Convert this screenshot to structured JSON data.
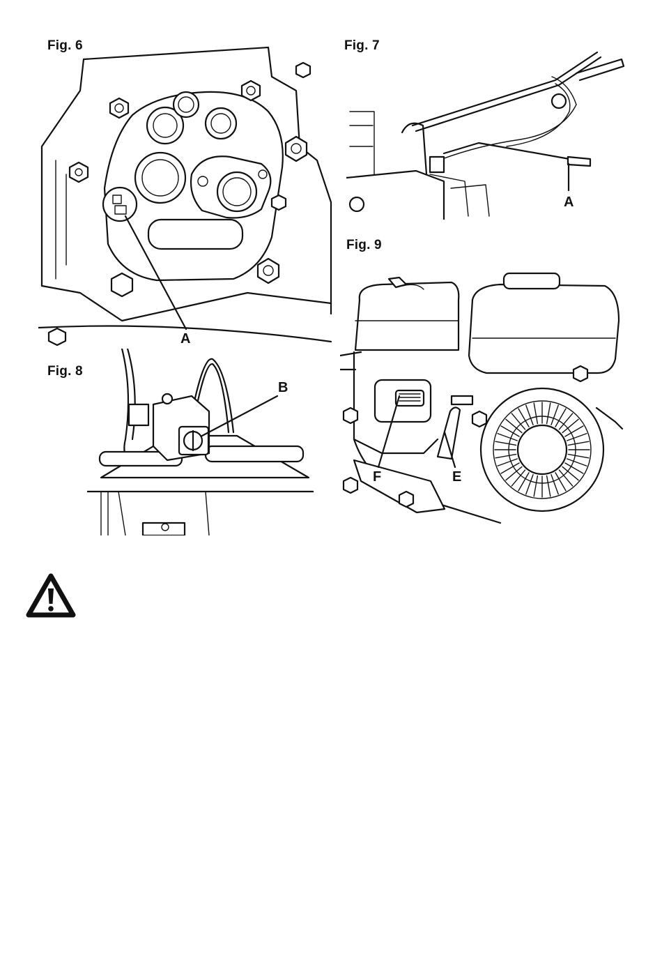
{
  "figures": {
    "fig6": {
      "label": "Fig. 6",
      "callouts": [
        "A"
      ]
    },
    "fig7": {
      "label": "Fig. 7",
      "callouts": [
        "A"
      ]
    },
    "fig8": {
      "label": "Fig. 8",
      "callouts": [
        "B"
      ]
    },
    "fig9": {
      "label": "Fig. 9",
      "callouts": [
        "F",
        "E"
      ]
    }
  },
  "icons": {
    "warning": "warning-triangle-icon"
  }
}
